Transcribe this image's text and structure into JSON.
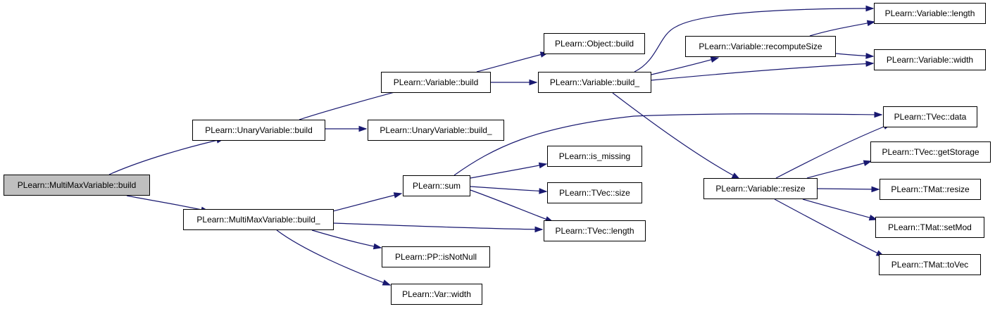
{
  "diagram": {
    "edge_color": "#191970",
    "root_fill": "#bfbfbf",
    "nodes": {
      "mmv_build": "PLearn::MultiMaxVariable::build",
      "uv_build": "PLearn::UnaryVariable::build",
      "mmv_build_": "PLearn::MultiMaxVariable::build_",
      "var_build": "PLearn::Variable::build",
      "uv_build_": "PLearn::UnaryVariable::build_",
      "sum": "PLearn::sum",
      "pp_isnotnull": "PLearn::PP::isNotNull",
      "var_width2": "PLearn::Var::width",
      "obj_build": "PLearn::Object::build",
      "var_build_": "PLearn::Variable::build_",
      "is_missing": "PLearn::is_missing",
      "tvec_size": "PLearn::TVec::size",
      "tvec_length": "PLearn::TVec::length",
      "recompute": "PLearn::Variable::recomputeSize",
      "var_resize": "PLearn::Variable::resize",
      "var_length": "PLearn::Variable::length",
      "var_width": "PLearn::Variable::width",
      "tvec_data": "PLearn::TVec::data",
      "tvec_getstorage": "PLearn::TVec::getStorage",
      "tmat_resize": "PLearn::TMat::resize",
      "tmat_setmod": "PLearn::TMat::setMod",
      "tmat_tovec": "PLearn::TMat::toVec"
    }
  }
}
